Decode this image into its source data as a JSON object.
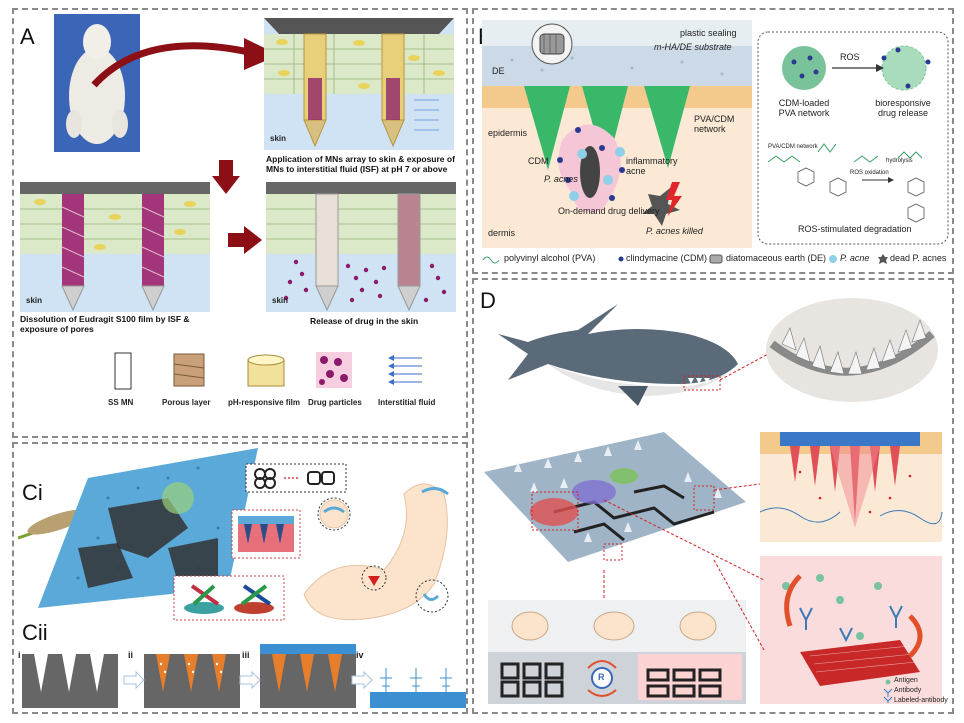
{
  "panelA": {
    "label": "A",
    "skin": "skin",
    "cap_apply": "Application of MNs array to skin & exposure of MNs to interstitial fluid (ISF) at pH 7 or above",
    "cap_dissolve": "Dissolution of Eudragit S100 film by ISF & exposure of pores",
    "cap_release": "Release of drug in the skin",
    "legend": [
      "SS MN",
      "Porous layer",
      "pH-responsive film",
      "Drug particles",
      "Interstitial fluid"
    ]
  },
  "panelB": {
    "label": "B",
    "plastic": "plastic sealing",
    "substrate": "m-HA/DE substrate",
    "de": "DE",
    "pva_cdm": "PVA/CDM network",
    "epidermis": "epidermis",
    "dermis": "dermis",
    "cdm": "CDM",
    "pacnes": "P. acnes",
    "inflam": "inflammatory acne",
    "ondemand": "On-demand drug delivery",
    "killed": "P. acnes killed",
    "ros": "ROS",
    "loaded": "CDM-loaded PVA network",
    "bioresp": "bioresponsive drug release",
    "pva_net": "PVA/CDM network",
    "ros_ox": "ROS oxidation",
    "hydrolysis": "hydrolysis",
    "ros_deg": "ROS-stimulated degradation",
    "legend": [
      "polyvinyl alcohol (PVA)",
      "clindymacine (CDM)",
      "diatomaceous earth (DE)",
      "P. acne",
      "dead P. acnes"
    ]
  },
  "panelC": {
    "label_i": "Ci",
    "label_ii": "Cii",
    "steps": [
      "i",
      "ii",
      "iii",
      "iv"
    ]
  },
  "panelD": {
    "label": "D",
    "legend": [
      "Antigen",
      "Antibody",
      "Labeled-antibody"
    ],
    "r": "R"
  },
  "colors": {
    "dark_red": "#8b0f14",
    "needle_green": "#39b86a",
    "skin_blue": "#cfe3f5",
    "cell_green": "#dbe9c8",
    "drug_purple": "#8a1a6a",
    "orange": "#e67e2b"
  }
}
